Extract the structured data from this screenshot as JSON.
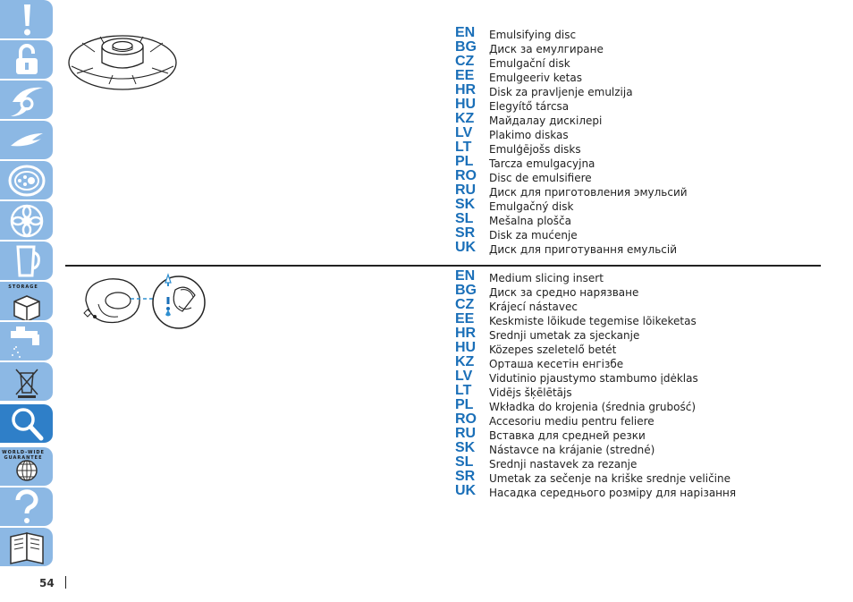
{
  "page": {
    "number": "54"
  },
  "sidebar": {
    "tabs": [
      {
        "name": "warning-tab",
        "icon": "exclamation-icon"
      },
      {
        "name": "unlock-tab",
        "icon": "padlock-open-icon"
      },
      {
        "name": "blade-tab",
        "icon": "s-blade-icon"
      },
      {
        "name": "kneading-tab",
        "icon": "kneading-blade-icon"
      },
      {
        "name": "disc-tab",
        "icon": "disc-icon"
      },
      {
        "name": "flower-tab",
        "icon": "flower-icon"
      },
      {
        "name": "jug-tab",
        "icon": "jug-icon"
      },
      {
        "name": "storage-tab",
        "icon": "storage-box-icon",
        "label": "STORAGE"
      },
      {
        "name": "cleaning-tab",
        "icon": "tap-icon"
      },
      {
        "name": "disposal-tab",
        "icon": "crossed-bin-icon"
      },
      {
        "name": "search-tab",
        "icon": "magnifier-icon",
        "active": true
      },
      {
        "name": "guarantee-tab",
        "icon": "globe-icon",
        "label": "WORLD-WIDE GUARANTEE"
      },
      {
        "name": "help-tab",
        "icon": "question-icon"
      },
      {
        "name": "manual-tab",
        "icon": "book-icon"
      }
    ]
  },
  "sections": [
    {
      "illustration": "emulsifying-disc-icon",
      "entries": [
        {
          "code": "EN",
          "text": "Emulsifying disc"
        },
        {
          "code": "BG",
          "text": "Диск за емулгиране"
        },
        {
          "code": "CZ",
          "text": "Emulgační disk"
        },
        {
          "code": "EE",
          "text": "Emulgeeriv ketas"
        },
        {
          "code": "HR",
          "text": "Disk za pravljenje emulzija"
        },
        {
          "code": "HU",
          "text": "Elegyítő tárcsa"
        },
        {
          "code": "KZ",
          "text": "Майдалау дискілері"
        },
        {
          "code": "LV",
          "text": "Plakimo diskas"
        },
        {
          "code": "LT",
          "text": "Emulģējošs disks"
        },
        {
          "code": "PL",
          "text": "Tarcza emulgacyjna"
        },
        {
          "code": "RO",
          "text": "Disc de emulsifiere"
        },
        {
          "code": "RU",
          "text": "Диск для приготовления эмульсий"
        },
        {
          "code": "SK",
          "text": "Emulgačný disk"
        },
        {
          "code": "SL",
          "text": "Mešalna plošča"
        },
        {
          "code": "SR",
          "text": "Disk za mućenje"
        },
        {
          "code": "UK",
          "text": "Диск для приготування емульсій"
        }
      ]
    },
    {
      "illustration": "slicing-insert-icon",
      "entries": [
        {
          "code": "EN",
          "text": "Medium slicing insert"
        },
        {
          "code": "BG",
          "text": "Диск за средно нарязване"
        },
        {
          "code": "CZ",
          "text": "Krájecí nástavec"
        },
        {
          "code": "EE",
          "text": "Keskmiste lõikude tegemise lõikeketas"
        },
        {
          "code": "HR",
          "text": "Srednji umetak za sjeckanje"
        },
        {
          "code": "HU",
          "text": "Közepes szeletelő betét"
        },
        {
          "code": "KZ",
          "text": "Орташа кесетін енгізбе"
        },
        {
          "code": "LV",
          "text": "Vidutinio pjaustymo stambumo įdėklas"
        },
        {
          "code": "LT",
          "text": "Vidējs šķēlētājs"
        },
        {
          "code": "PL",
          "text": "Wkładka do krojenia (średnia grubość)"
        },
        {
          "code": "RO",
          "text": "Accesoriu mediu pentru feliere"
        },
        {
          "code": "RU",
          "text": "Вставка для средней резки"
        },
        {
          "code": "SK",
          "text": "Nástavce na krájanie (stredné)"
        },
        {
          "code": "SL",
          "text": "Srednji nastavek za rezanje"
        },
        {
          "code": "SR",
          "text": "Umetak za sečenje na kriške srednje veličine"
        },
        {
          "code": "UK",
          "text": "Насадка середнього розміру для нарізання"
        }
      ]
    }
  ]
}
